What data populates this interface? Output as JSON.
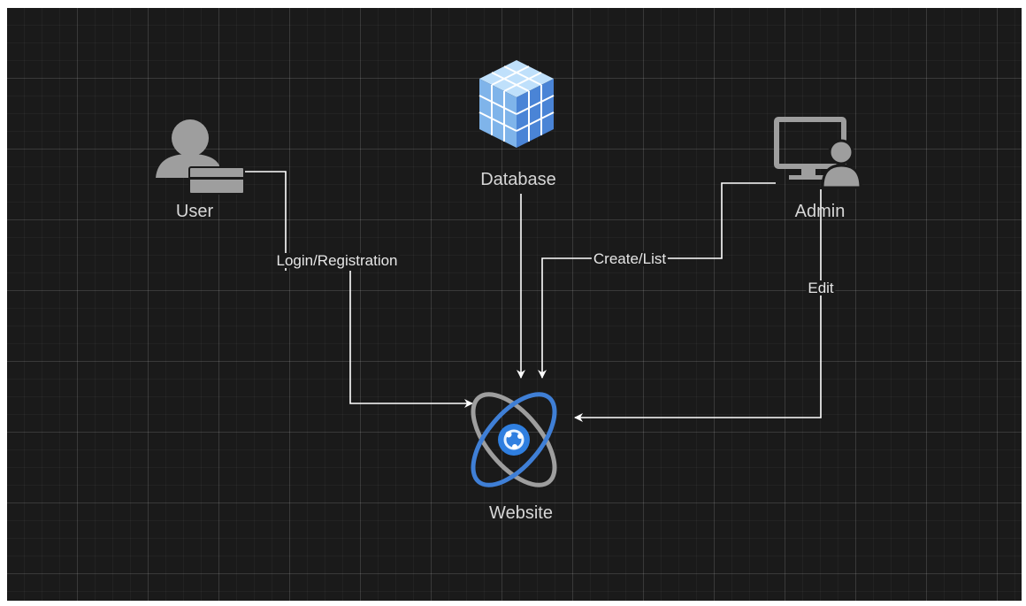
{
  "nodes": {
    "user": {
      "label": "User",
      "icon": "user-briefcase-icon"
    },
    "database": {
      "label": "Database",
      "icon": "database-cube-icon"
    },
    "admin": {
      "label": "Admin",
      "icon": "admin-monitor-icon"
    },
    "website": {
      "label": "Website",
      "icon": "atom-website-icon"
    }
  },
  "edges": [
    {
      "from": "user",
      "to": "website",
      "label": "Login/Registration"
    },
    {
      "from": "database",
      "to": "website",
      "label": ""
    },
    {
      "from": "admin",
      "to": "website",
      "label": "Create/List"
    },
    {
      "from": "admin",
      "to": "website",
      "label": "Edit"
    }
  ],
  "colors": {
    "background": "#1a1a1a",
    "connector": "#ffffff",
    "label_text": "#d6d6d6",
    "icon_gray": "#9e9e9e",
    "database_blue": "#5aa0e6",
    "website_blue": "#3f7fd6"
  }
}
